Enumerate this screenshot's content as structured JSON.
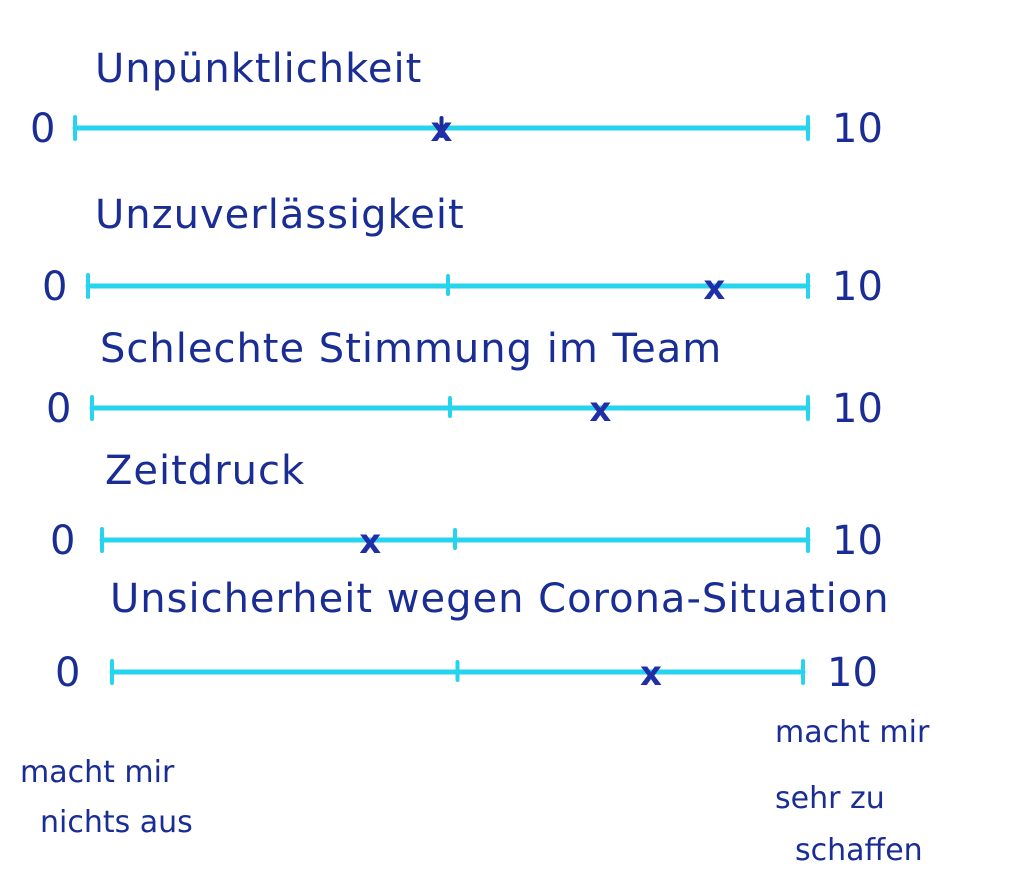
{
  "chart_data": {
    "type": "scatter",
    "scale": {
      "min": 0,
      "max": 10,
      "min_label": "0",
      "max_label": "10",
      "midpoint_tick": 5
    },
    "items": [
      {
        "label": "Unpünktlichkeit",
        "value": 5
      },
      {
        "label": "Unzuverlässigkeit",
        "value": 8.7
      },
      {
        "label": "Schlechte Stimmung im Team",
        "value": 7.1
      },
      {
        "label": "Zeitdruck",
        "value": 3.8
      },
      {
        "label": "Unsicherheit wegen Corona-Situation",
        "value": 7.8
      }
    ],
    "legend": {
      "low": [
        "macht mir",
        "nichts aus"
      ],
      "high": [
        "macht mir",
        "sehr zu",
        "schaffen"
      ]
    },
    "colors": {
      "line": "#27d4ee",
      "ink": "#1a2d94"
    }
  }
}
